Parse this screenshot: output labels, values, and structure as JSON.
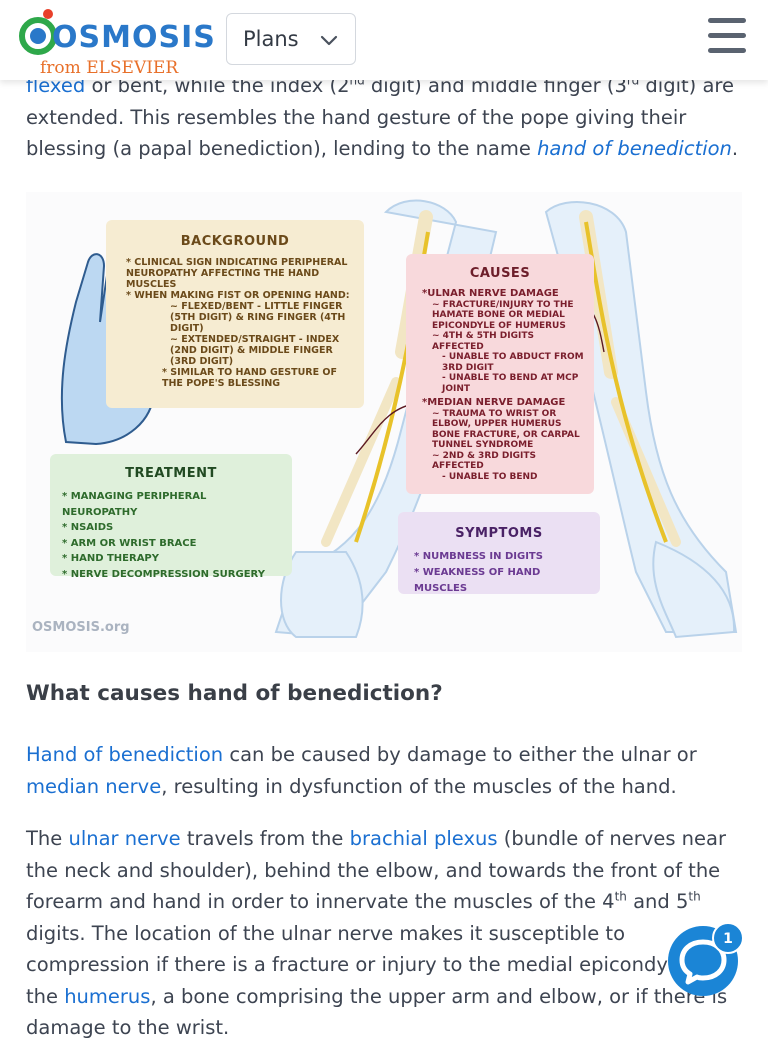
{
  "header": {
    "logo_word": "OSMOSIS",
    "logo_sub_from": "from",
    "logo_sub_brand": "ELSEVIER",
    "plans_label": "Plans"
  },
  "intro": {
    "link_flexed": "flexed",
    "text_a": " or bent, while the index (2",
    "sup_nd": "nd",
    "text_b": " digit) and middle finger (3",
    "sup_rd": "rd",
    "text_c": " digit) are extended. This resembles the hand gesture of the pope giving their blessing (a papal benediction), lending to the name ",
    "link_hob": "hand of benediction",
    "text_d": "."
  },
  "figure": {
    "background": {
      "title": "BACKGROUND",
      "items": [
        "* Clinical sign indicating peripheral neuropathy affecting the hand muscles",
        "* When making fist or opening hand:",
        "~ Flexed/bent - little finger (5th digit) & ring finger (4th digit)",
        "~ Extended/straight - index (2nd digit) & middle finger (3rd digit)",
        "* Similar to hand gesture of the pope's blessing"
      ]
    },
    "causes": {
      "title": "CAUSES",
      "items": [
        "*Ulnar nerve damage",
        "~ Fracture/injury to the hamate bone or medial epicondyle of humerus",
        "~ 4th & 5th digits affected",
        "- Unable to abduct from 3rd digit",
        "- Unable to bend at MCP joint",
        "*Median nerve damage",
        "~ Trauma to wrist or elbow, upper humerus bone fracture, or carpal tunnel syndrome",
        "~ 2nd & 3rd digits affected",
        "- Unable to bend"
      ]
    },
    "treatment": {
      "title": "TREATMENT",
      "items": [
        "* Managing peripheral neuropathy",
        "* NSAIDs",
        "* Arm or wrist brace",
        "* Hand therapy",
        "* Nerve decompression surgery"
      ]
    },
    "symptoms": {
      "title": "SYMPTOMS",
      "items": [
        "* Numbness in digits",
        "* Weakness of hand muscles"
      ]
    },
    "watermark": "OSMOSIS.org"
  },
  "section": {
    "heading": "What causes hand of benediction?",
    "p1": {
      "link_hob": "Hand of benediction",
      "text_a": " can be caused by damage to either the ulnar or ",
      "link_median": "median nerve",
      "text_b": ", resulting in dysfunction of the muscles of the hand."
    },
    "p2": {
      "text_a": "The ",
      "link_ulnar": "ulnar nerve",
      "text_b": " travels from the ",
      "link_brachial": "brachial plexus",
      "text_c": " (bundle of nerves near the neck and shoulder), behind the elbow, and towards the front of the forearm and hand in order to innervate the muscles of the 4",
      "sup_th1": "th",
      "text_d": " and 5",
      "sup_th2": "th",
      "text_e": " digits. The location of the ulnar nerve makes it susceptible to compression if there is a fracture or injury to the medial epicondyle of the ",
      "link_humerus": "humerus",
      "text_f": ", a bone comprising the upper arm and elbow, or if there is damage to the wrist."
    }
  },
  "chat": {
    "badge_count": "1"
  },
  "colors": {
    "link": "#1a6fd1",
    "brand_blue": "#2a78c9",
    "brand_orange": "#e8702a",
    "chat_blue": "#1b85d6"
  }
}
